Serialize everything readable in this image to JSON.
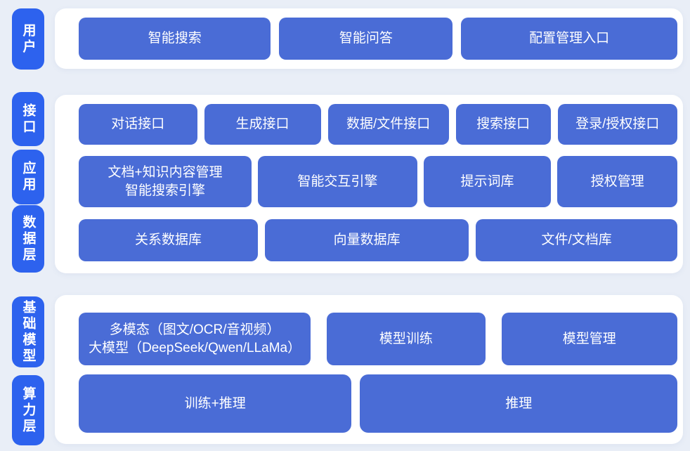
{
  "diagram_title": "AI platform layered architecture",
  "colors": {
    "background": "#e9eef7",
    "panel": "#ffffff",
    "layer_label": "#2d62ee",
    "node": "#4a6cd6",
    "text": "#ffffff"
  },
  "layers": [
    "用户",
    "接口",
    "应用",
    "数据层",
    "基础模型",
    "算力层"
  ],
  "nodes": {
    "user": [
      "智能搜索",
      "智能问答",
      "配置管理入口"
    ],
    "interface": [
      "对话接口",
      "生成接口",
      "数据/文件接口",
      "搜索接口",
      "登录/授权接口"
    ],
    "application": [
      "文档+知识内容管理\n智能搜索引擎",
      "智能交互引擎",
      "提示词库",
      "授权管理"
    ],
    "data": [
      "关系数据库",
      "向量数据库",
      "文件/文档库"
    ],
    "model": [
      "多模态（图文/OCR/音视频）\n大模型（DeepSeek/Qwen/LLaMa）",
      "模型训练",
      "模型管理"
    ],
    "compute": [
      "训练+推理",
      "推理"
    ]
  }
}
